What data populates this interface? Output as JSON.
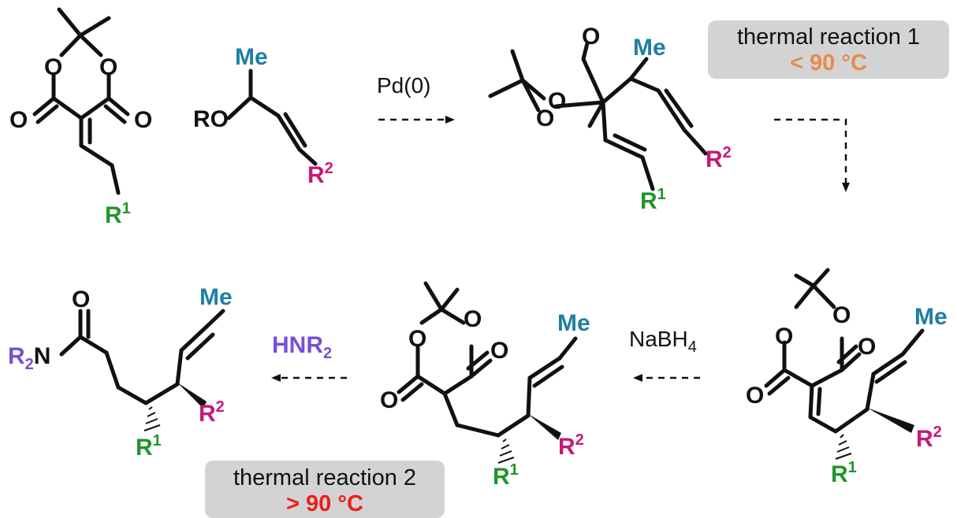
{
  "atoms": {
    "oxygen": "O",
    "ro": "RO",
    "methyl": "Me",
    "r1_base": "R",
    "r1_sup": "1",
    "r2_base": "R",
    "r2_sup": "2",
    "amide_r2": "R",
    "amide_sub": "2",
    "amide_n": "N"
  },
  "reagents": {
    "step1": "Pd(0)",
    "step3_base": "NaBH",
    "step3_sub": "4",
    "step4_base": "HNR",
    "step4_sub": "2"
  },
  "thermal_boxes": [
    {
      "label": "thermal reaction 1",
      "condition": "< 90 °C"
    },
    {
      "label": "thermal reaction 2",
      "condition": "> 90 °C"
    }
  ],
  "colors": {
    "methyl": "#1f7fa3",
    "r1": "#22962a",
    "r2": "#c8177a",
    "amine": "#7a4fd6",
    "condition_low": "#e88a4e",
    "condition_high": "#ee1c1c",
    "box": "#d3d3d3"
  }
}
